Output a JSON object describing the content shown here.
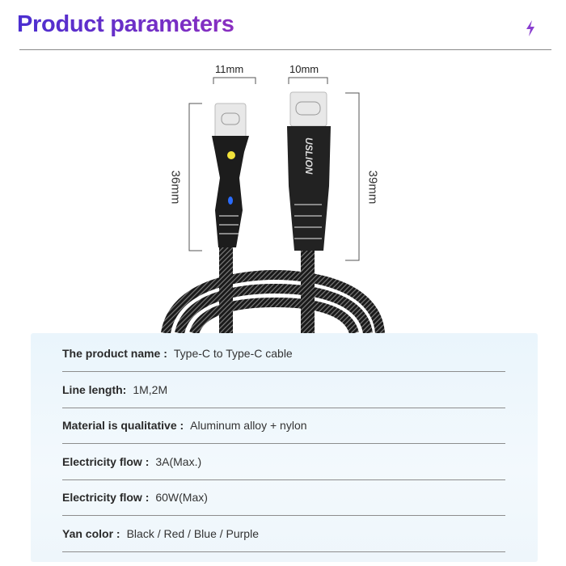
{
  "header": {
    "title": "Product parameters",
    "icon": "lightning-bolt-icon"
  },
  "dimensions": {
    "left_width": "11mm",
    "right_width": "10mm",
    "left_height": "36mm",
    "right_height": "39mm",
    "brand": "USLION"
  },
  "specs": [
    {
      "label": "The product name :",
      "value": "Type-C to Type-C cable"
    },
    {
      "label": "Line length:",
      "value": "1M,2M"
    },
    {
      "label": "Material is qualitative :",
      "value": "Aluminum alloy + nylon"
    },
    {
      "label": "Electricity flow :",
      "value": "3A(Max.)"
    },
    {
      "label": "Electricity flow :",
      "value": "60W(Max)"
    },
    {
      "label": "Yan color :",
      "value": "Black / Red / Blue / Purple"
    }
  ],
  "colors": {
    "accent": "#5a2fc8"
  }
}
